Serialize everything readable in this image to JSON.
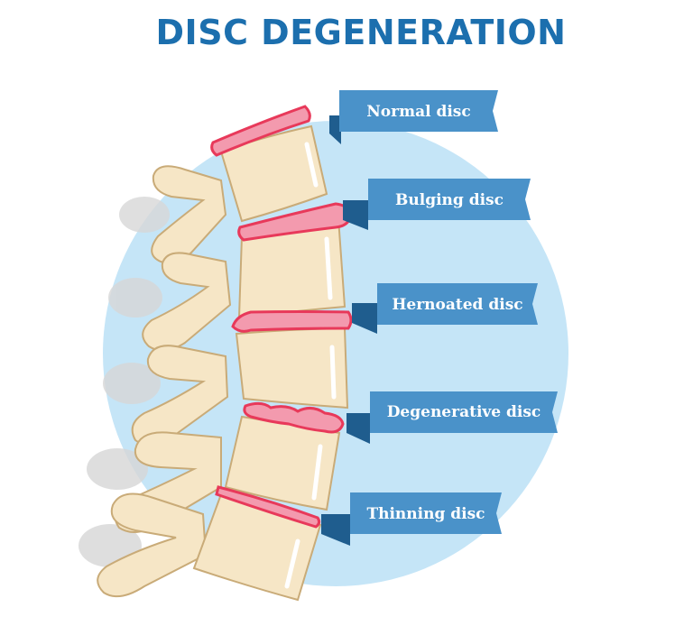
{
  "title": "DISC DEGENERATION",
  "labels": [
    {
      "name": "normal",
      "text": "Normal disc"
    },
    {
      "name": "bulging",
      "text": "Bulging disc"
    },
    {
      "name": "herniated",
      "text": "Hernoated disc"
    },
    {
      "name": "degenerative",
      "text": "Degenerative disc"
    },
    {
      "name": "thinning",
      "text": "Thinning disc"
    }
  ],
  "colors": {
    "title": "#1c6fae",
    "circle": "#c5e5f7",
    "ribbon": "#4a92c9",
    "ribbon_dark": "#1f5d8e",
    "bone": "#f6e6c6",
    "bone_shade": "#e7cfa1",
    "disc": "#e8395a",
    "disc_light": "#f39aae"
  }
}
